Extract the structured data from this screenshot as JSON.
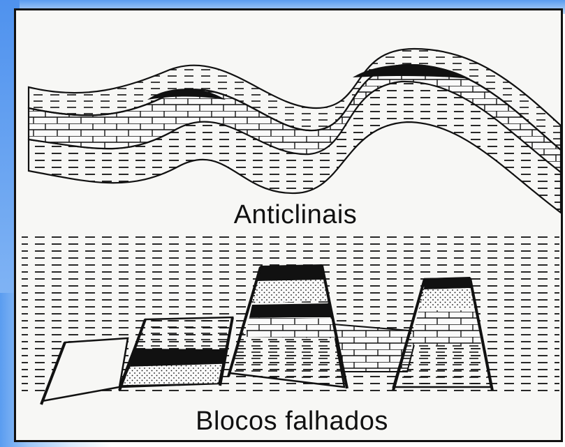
{
  "diagram": {
    "labels": {
      "top": "Anticlinais",
      "bottom": "Blocos falhados"
    },
    "colors": {
      "ink": "#111111",
      "paper": "#f7f7f5",
      "slide_accent": "#5a9cf0"
    },
    "sections": [
      {
        "name": "anticlines",
        "structure": "folded strata with hydrocarbon traps at crests",
        "trap_count": 2
      },
      {
        "name": "fault-blocks",
        "structure": "tilted fault blocks with hydrocarbon traps",
        "trap_count": 3
      }
    ]
  }
}
